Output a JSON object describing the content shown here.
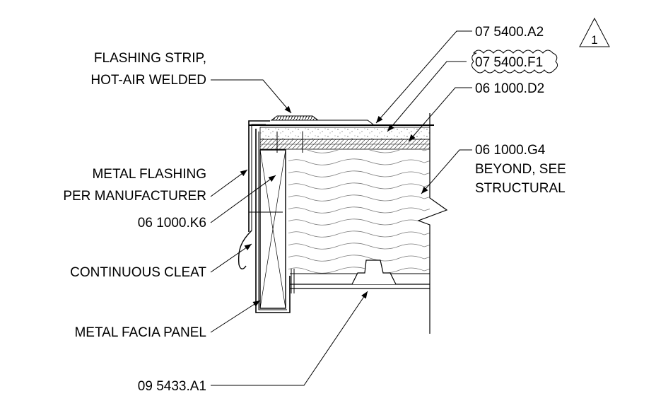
{
  "labels": {
    "flashing_strip_line1": "FLASHING STRIP,",
    "flashing_strip_line2": "HOT-AIR WELDED",
    "metal_flashing_line1": "METAL FLASHING",
    "metal_flashing_line2": "PER MANUFACTURER",
    "wood_blocking": "06 1000.K6",
    "continuous_cleat": "CONTINUOUS CLEAT",
    "metal_facia_panel": "METAL FACIA PANEL",
    "ceiling_ref": "09 5433.A1",
    "roof_membrane": "07 5400.A2",
    "cover_board": "07 5400.F1",
    "sheathing": "06 1000.D2",
    "joist_line1": "06 1000.G4",
    "joist_line2": "BEYOND, SEE",
    "joist_line3": "STRUCTURAL"
  },
  "revision": {
    "number": "1"
  }
}
